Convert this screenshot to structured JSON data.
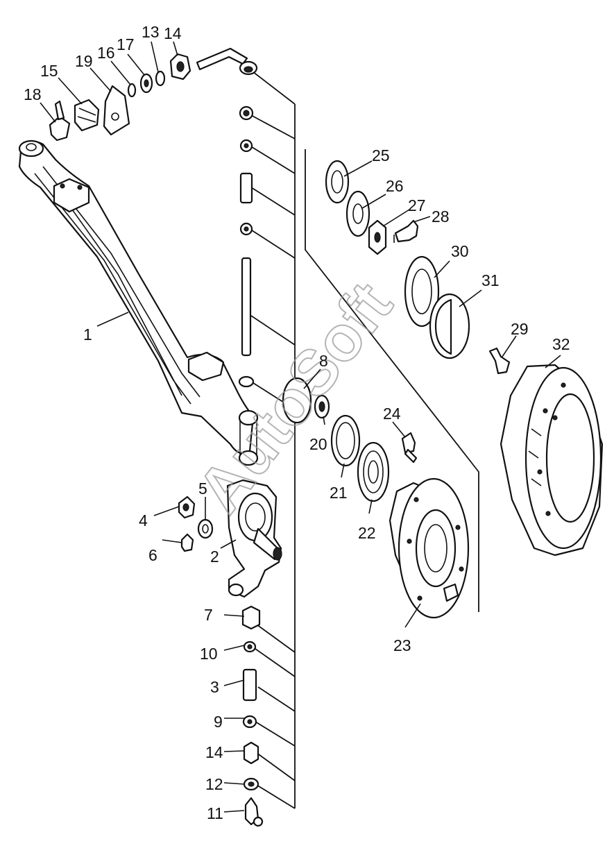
{
  "watermark": "AutoSoft",
  "callouts": [
    {
      "id": "1",
      "label": "1"
    },
    {
      "id": "2",
      "label": "2"
    },
    {
      "id": "3",
      "label": "3"
    },
    {
      "id": "4",
      "label": "4"
    },
    {
      "id": "5",
      "label": "5"
    },
    {
      "id": "6",
      "label": "6"
    },
    {
      "id": "7",
      "label": "7"
    },
    {
      "id": "8",
      "label": "8"
    },
    {
      "id": "9",
      "label": "9"
    },
    {
      "id": "10",
      "label": "10"
    },
    {
      "id": "11",
      "label": "11"
    },
    {
      "id": "12",
      "label": "12"
    },
    {
      "id": "13",
      "label": "13"
    },
    {
      "id": "14a",
      "label": "14"
    },
    {
      "id": "14b",
      "label": "14"
    },
    {
      "id": "15",
      "label": "15"
    },
    {
      "id": "16",
      "label": "16"
    },
    {
      "id": "17",
      "label": "17"
    },
    {
      "id": "18",
      "label": "18"
    },
    {
      "id": "19",
      "label": "19"
    },
    {
      "id": "20",
      "label": "20"
    },
    {
      "id": "21",
      "label": "21"
    },
    {
      "id": "22",
      "label": "22"
    },
    {
      "id": "23",
      "label": "23"
    },
    {
      "id": "24",
      "label": "24"
    },
    {
      "id": "25",
      "label": "25"
    },
    {
      "id": "26",
      "label": "26"
    },
    {
      "id": "27",
      "label": "27"
    },
    {
      "id": "28",
      "label": "28"
    },
    {
      "id": "29",
      "label": "29"
    },
    {
      "id": "30",
      "label": "30"
    },
    {
      "id": "31",
      "label": "31"
    },
    {
      "id": "32",
      "label": "32"
    }
  ]
}
